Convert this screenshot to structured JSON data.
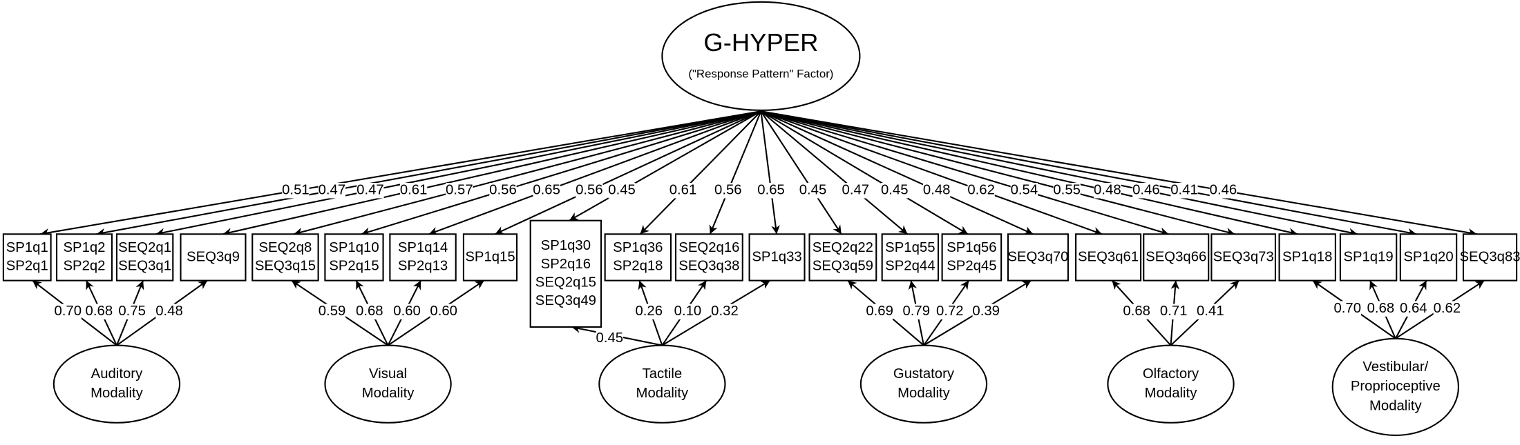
{
  "general_factor": {
    "title": "G-HYPER",
    "subtitle": "(\"Response Pattern\" Factor)"
  },
  "items": [
    {
      "lines": [
        "SP1q1",
        "SP2q1"
      ],
      "g_loading": "0.51"
    },
    {
      "lines": [
        "SP1q2",
        "SP2q2"
      ],
      "g_loading": "0.47"
    },
    {
      "lines": [
        "SEQ2q1",
        "SEQ3q1"
      ],
      "g_loading": "0.47"
    },
    {
      "lines": [
        "SEQ3q9"
      ],
      "g_loading": "0.61"
    },
    {
      "lines": [
        "SEQ2q8",
        "SEQ3q15"
      ],
      "g_loading": "0.57"
    },
    {
      "lines": [
        "SP1q10",
        "SP2q15"
      ],
      "g_loading": "0.56"
    },
    {
      "lines": [
        "SP1q14",
        "SP2q13"
      ],
      "g_loading": "0.65"
    },
    {
      "lines": [
        "SP1q15"
      ],
      "g_loading": "0.56"
    },
    {
      "lines": [
        "SP1q30",
        "SP2q16",
        "SEQ2q15",
        "SEQ3q49"
      ],
      "g_loading": "0.45"
    },
    {
      "lines": [
        "SP1q36",
        "SP2q18"
      ],
      "g_loading": "0.61"
    },
    {
      "lines": [
        "SEQ2q16",
        "SEQ3q38"
      ],
      "g_loading": "0.56"
    },
    {
      "lines": [
        "SP1q33"
      ],
      "g_loading": "0.65"
    },
    {
      "lines": [
        "SEQ2q22",
        "SEQ3q59"
      ],
      "g_loading": "0.45"
    },
    {
      "lines": [
        "SP1q55",
        "SP2q44"
      ],
      "g_loading": "0.47"
    },
    {
      "lines": [
        "SP1q56",
        "SP2q45"
      ],
      "g_loading": "0.45"
    },
    {
      "lines": [
        "SEQ3q70"
      ],
      "g_loading": "0.48"
    },
    {
      "lines": [
        "SEQ3q61"
      ],
      "g_loading": "0.62"
    },
    {
      "lines": [
        "SEQ3q66"
      ],
      "g_loading": "0.54"
    },
    {
      "lines": [
        "SEQ3q73"
      ],
      "g_loading": "0.55"
    },
    {
      "lines": [
        "SP1q18"
      ],
      "g_loading": "0.48"
    },
    {
      "lines": [
        "SP1q19"
      ],
      "g_loading": "0.46"
    },
    {
      "lines": [
        "SP1q20"
      ],
      "g_loading": "0.41"
    },
    {
      "lines": [
        "SEQ3q83"
      ],
      "g_loading": "0.46"
    }
  ],
  "modalities": [
    {
      "lines": [
        "Auditory",
        "Modality"
      ],
      "items": [
        0,
        1,
        2,
        3
      ],
      "loadings": [
        "0.70",
        "0.68",
        "0.75",
        "0.48"
      ]
    },
    {
      "lines": [
        "Visual",
        "Modality"
      ],
      "items": [
        4,
        5,
        6,
        7
      ],
      "loadings": [
        "0.59",
        "0.68",
        "0.60",
        "0.60"
      ]
    },
    {
      "lines": [
        "Tactile",
        "Modality"
      ],
      "items": [
        8,
        9,
        10,
        11
      ],
      "loadings": [
        "0.45",
        "0.26",
        "0.10",
        "0.32"
      ]
    },
    {
      "lines": [
        "Gustatory",
        "Modality"
      ],
      "items": [
        12,
        13,
        14,
        15
      ],
      "loadings": [
        "0.69",
        "0.79",
        "0.72",
        "0.39"
      ]
    },
    {
      "lines": [
        "Olfactory",
        "Modality"
      ],
      "items": [
        16,
        17,
        18
      ],
      "loadings": [
        "0.68",
        "0.71",
        "0.41"
      ]
    },
    {
      "lines": [
        "Vestibular/",
        "Proprioceptive",
        "Modality"
      ],
      "items": [
        19,
        20,
        21,
        22
      ],
      "loadings": [
        "0.70",
        "0.68",
        "0.64",
        "0.62"
      ]
    }
  ]
}
